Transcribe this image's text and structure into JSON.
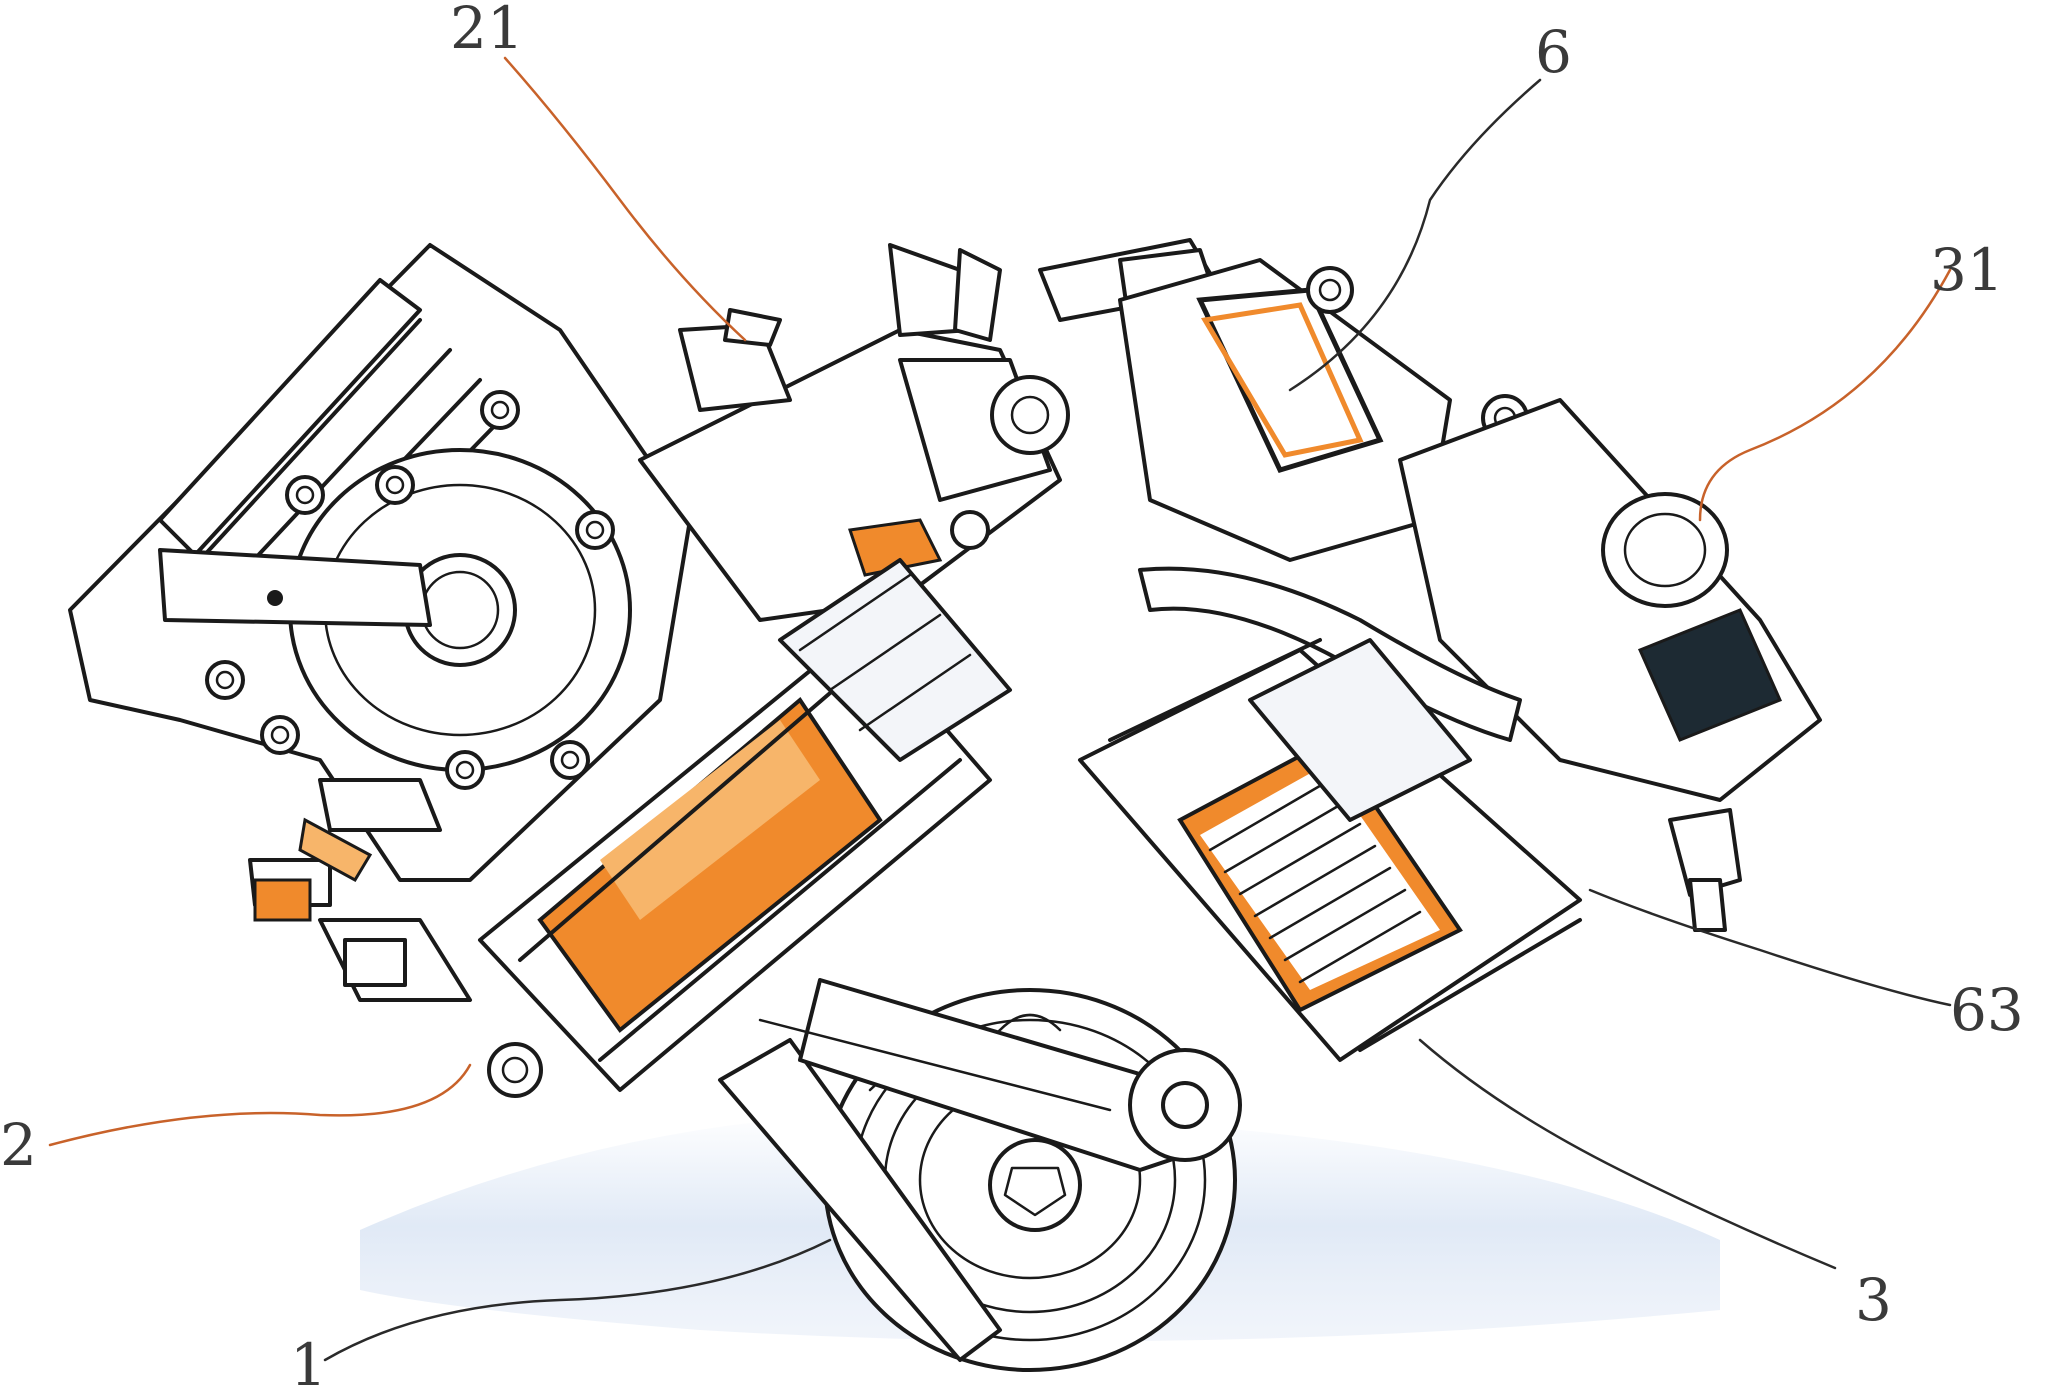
{
  "figure": {
    "colors": {
      "ink": "#1a1a1a",
      "accent_orange": "#f08a2c",
      "accent_orange_light": "#f7b56a",
      "leader_orange": "#c8622a",
      "leader_dark": "#2a2a2a",
      "shadow_blue": "#dde7f5",
      "dark_fill": "#1d2a33"
    },
    "labels": [
      {
        "id": "label-21",
        "text": "21"
      },
      {
        "id": "label-6",
        "text": "6"
      },
      {
        "id": "label-31",
        "text": "31"
      },
      {
        "id": "label-63",
        "text": "63"
      },
      {
        "id": "label-3",
        "text": "3"
      },
      {
        "id": "label-2",
        "text": "2"
      },
      {
        "id": "label-1",
        "text": "1"
      }
    ]
  }
}
